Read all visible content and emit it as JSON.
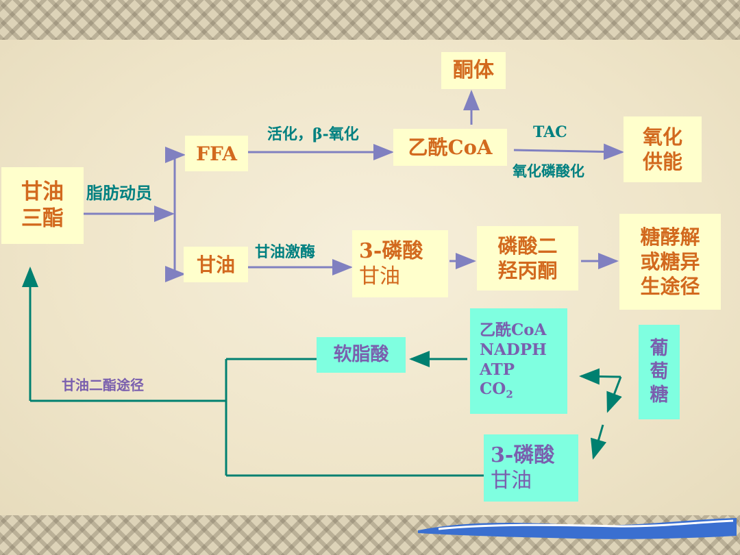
{
  "nodes": {
    "triglyceride": [
      "甘油",
      "三酯"
    ],
    "ketone": "酮体",
    "ffa": "FFA",
    "acetyl_coa": "乙酰CoA",
    "oxidation": [
      "氧化",
      "供能"
    ],
    "glycerol": "甘油",
    "g3p_top": [
      "3-磷酸",
      "甘油"
    ],
    "dhap": [
      "磷酸二",
      "羟丙酮"
    ],
    "glycolysis": [
      "糖酵解",
      "或糖异",
      "生途径"
    ],
    "palmitic": "软脂酸",
    "substrates": [
      "乙酰CoA",
      "NADPH",
      "ATP",
      "CO"
    ],
    "substrates_sub": "2",
    "glucose": [
      "葡",
      "萄",
      "糖"
    ],
    "g3p_bottom": [
      "3-磷酸",
      "甘油"
    ]
  },
  "edges": {
    "mobilization": "脂肪动员",
    "activation": "活化，β-氧化",
    "tac": "TAC",
    "oxphos": "氧化磷酸化",
    "glycerol_kinase": "甘油激酶",
    "diglyceride_path": "甘油二酯途径"
  },
  "colors": {
    "box_yellow": "#ffffcc",
    "box_cyan": "#7fffe0",
    "node_text": "#d2691e",
    "label_teal": "#008080",
    "label_purple": "#7a5fae",
    "arrow_lavender": "#8080c0",
    "arrow_teal": "#008070"
  }
}
